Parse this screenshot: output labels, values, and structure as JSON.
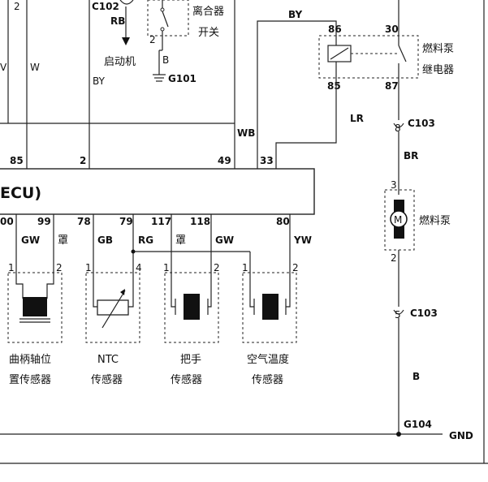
{
  "connectors": {
    "c102": "C102",
    "c103_top": "C103",
    "c103_bottom": "C103",
    "c104": "G104"
  },
  "grounds": {
    "g101": "G101",
    "gnd": "GND"
  },
  "components": {
    "starter": "启动机",
    "clutch_switch_line1": "离合器",
    "clutch_switch_line2": "开关",
    "relay_line1": "燃料泵",
    "relay_line2": "继电器",
    "fuel_pump": "燃料泵",
    "pump_symbol": "M",
    "ecu_label": "ECU)",
    "crank_sensor_line1": "曲柄轴位",
    "crank_sensor_line2": "置传感器",
    "ntc_sensor_line1": "NTC",
    "ntc_sensor_line2": "传感器",
    "handle_sensor_line1": "把手",
    "handle_sensor_line2": "传感器",
    "air_temp_sensor_line1": "空气温度",
    "air_temp_sensor_line2": "传感器"
  },
  "pins": {
    "top_left_2": "2",
    "clutch_2": "2",
    "relay_86": "86",
    "relay_30": "30",
    "relay_85": "85",
    "relay_87": "87",
    "c103_top_8": "8",
    "pump_3": "3",
    "pump_2": "2",
    "c103_bottom_5": "5",
    "ecu_85": "85",
    "ecu_2": "2",
    "ecu_49": "49",
    "ecu_33": "33",
    "ecu_100": "00",
    "ecu_99": "99",
    "ecu_78": "78",
    "ecu_79": "79",
    "ecu_117": "117",
    "ecu_118": "118",
    "ecu_80": "80",
    "crank_1": "1",
    "crank_2": "2",
    "ntc_1": "1",
    "ntc_4": "4",
    "handle_1": "1",
    "handle_2": "2",
    "air_1": "1",
    "air_2": "2"
  },
  "wire_colors": {
    "rb": "RB",
    "b_starter": "B",
    "v": "V",
    "w": "W",
    "by_left": "BY",
    "by_top": "BY",
    "lr": "LR",
    "wb": "WB",
    "br": "BR",
    "b_bottom": "B",
    "gw_1": "GW",
    "shield_1": "罩",
    "gb": "GB",
    "rg": "RG",
    "shield_2": "罩",
    "gw_2": "GW",
    "yw": "YW"
  }
}
